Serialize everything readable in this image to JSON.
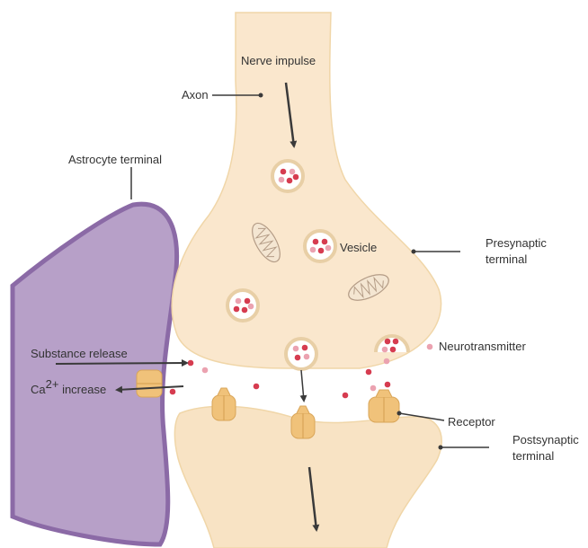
{
  "labels": {
    "nerve_impulse": "Nerve impulse",
    "axon": "Axon",
    "astrocyte_terminal": "Astrocyte terminal",
    "vesicle": "Vesicle",
    "presynaptic_line1": "Presynaptic",
    "presynaptic_line2": "terminal",
    "substance_release": "Substance release",
    "ca_prefix": "Ca",
    "ca_superscript": "2+",
    "ca_suffix": " increase",
    "neurotransmitter": "Neurotransmitter",
    "receptor": "Receptor",
    "postsynaptic_line1": "Postsynaptic",
    "postsynaptic_line2": "terminal"
  },
  "colors": {
    "neuron_fill": "#fae7cd",
    "postsynaptic_fill": "#f8e3c4",
    "membrane_stroke": "#f0d6a8",
    "astrocyte_fill": "#b7a0c8",
    "astrocyte_stroke": "#8b6aa6",
    "vesicle_ring": "#e8cfa6",
    "dot_red": "#d63c50",
    "dot_pink": "#eba2b0",
    "receptor": "#f0c27a",
    "arrow": "#3a3a3a"
  }
}
